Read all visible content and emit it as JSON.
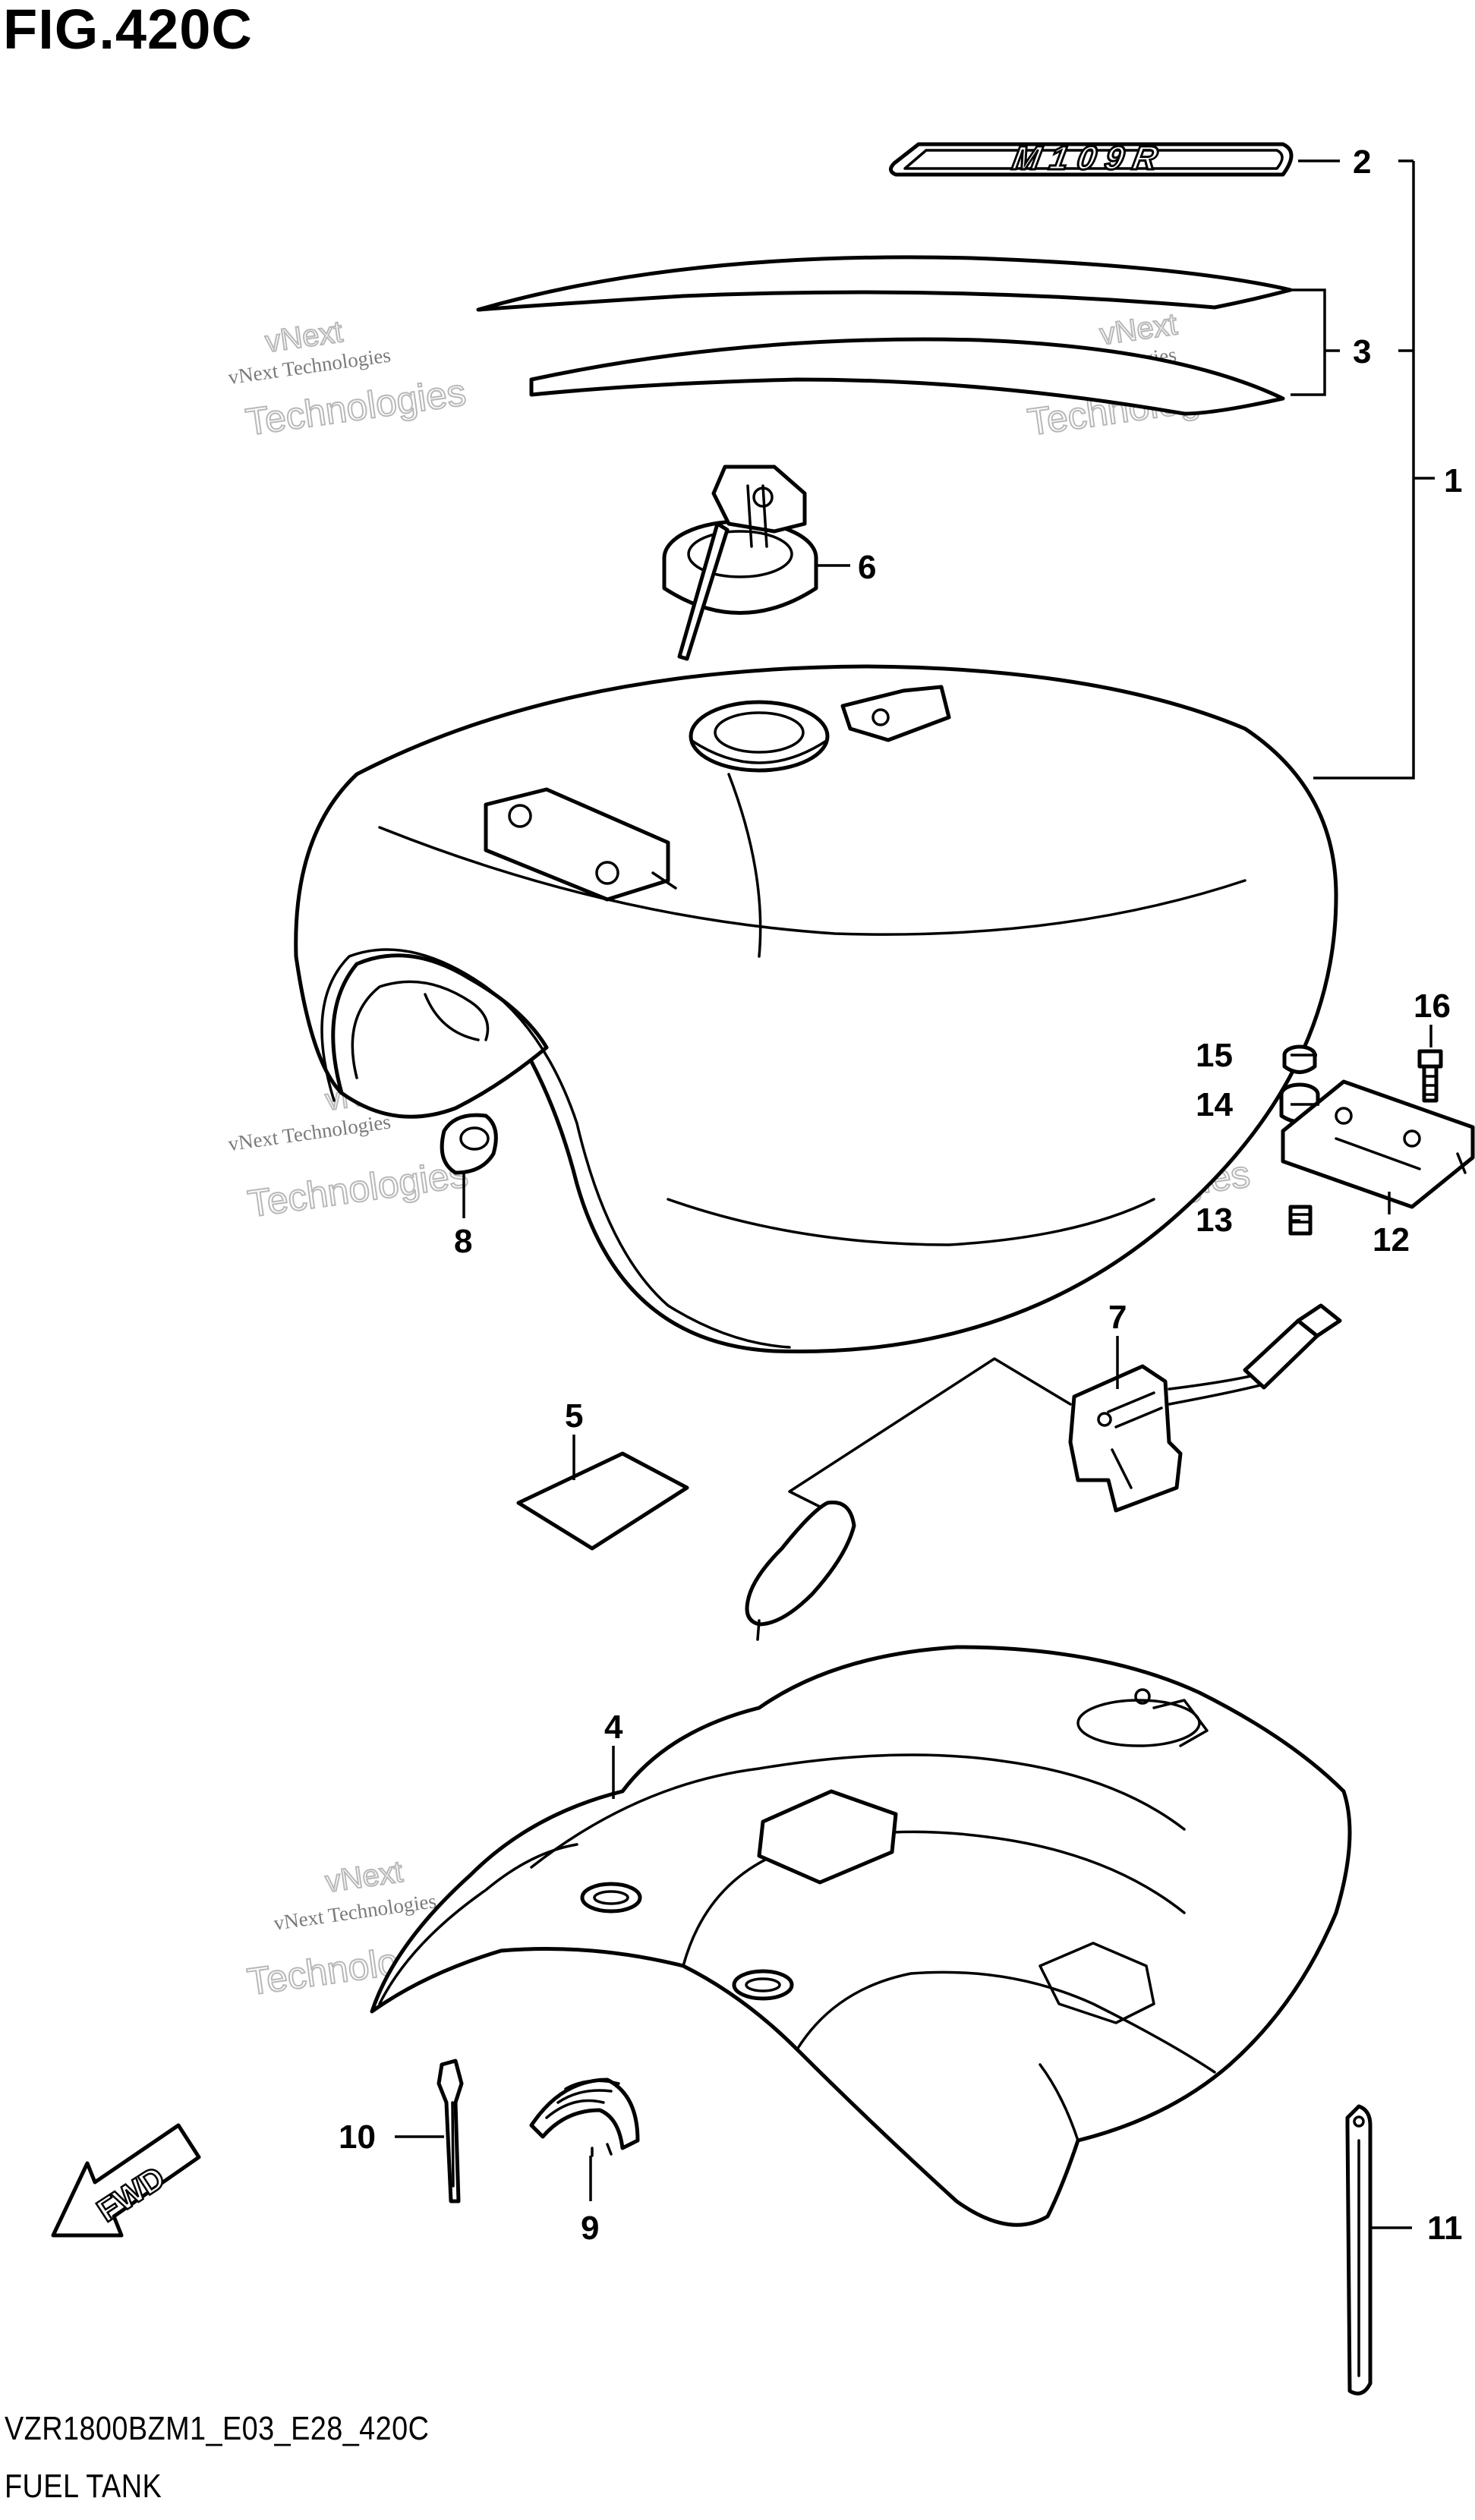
{
  "figure": {
    "title": "FIG.420C",
    "model_code": "VZR1800BZM1_E03_E28_420C",
    "section_name": "FUEL TANK"
  },
  "emblem_text": "M109R",
  "fwd_label": "FWD",
  "watermark": {
    "line1": "vNext Technologies",
    "line2": "Technologies",
    "line3": "vNext"
  },
  "callouts": [
    {
      "num": "1",
      "part": "fuel-tank"
    },
    {
      "num": "2",
      "part": "emblem"
    },
    {
      "num": "3",
      "part": "tape-stripes"
    },
    {
      "num": "4",
      "part": "tank-cover"
    },
    {
      "num": "5",
      "part": "label-sheet"
    },
    {
      "num": "6",
      "part": "fuel-cap"
    },
    {
      "num": "7",
      "part": "fuel-level-sender"
    },
    {
      "num": "8",
      "part": "cushion"
    },
    {
      "num": "9",
      "part": "clamp"
    },
    {
      "num": "10",
      "part": "cable-tie"
    },
    {
      "num": "11",
      "part": "strap"
    },
    {
      "num": "12",
      "part": "bracket"
    },
    {
      "num": "13",
      "part": "bolt"
    },
    {
      "num": "14",
      "part": "cushion-small"
    },
    {
      "num": "15",
      "part": "collar"
    },
    {
      "num": "16",
      "part": "bolt-with-washer"
    }
  ],
  "colors": {
    "line": "#000000",
    "background": "#ffffff",
    "watermark": "#b8b8b8"
  }
}
